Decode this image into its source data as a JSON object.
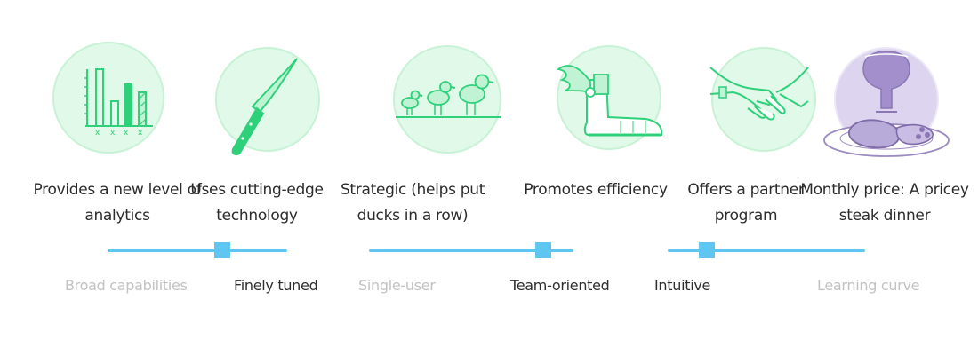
{
  "colors": {
    "green": "#2fd07a",
    "green_bg": "#d8f8e4",
    "purple": "#9c8ac2",
    "purple_bg": "#ddd5ef",
    "slider": "#5fc6f2"
  },
  "features": [
    {
      "icon": "bar-chart-icon",
      "label": "Provides a new level of analytics"
    },
    {
      "icon": "knife-icon",
      "label": "Uses cutting-edge technology"
    },
    {
      "icon": "ducks-icon",
      "label": "Strategic (helps put ducks in a row)"
    },
    {
      "icon": "winged-boot-icon",
      "label": "Promotes efficiency"
    },
    {
      "icon": "handshake-icon",
      "label": "Offers a partner program"
    },
    {
      "icon": "steak-dinner-icon",
      "label": "Monthly price: A pricey steak dinner"
    }
  ],
  "sliders": [
    {
      "left": "Broad capabilities",
      "right": "Finely tuned",
      "value": 0.64,
      "emphasis": "right"
    },
    {
      "left": "Single-user",
      "right": "Team-oriented",
      "value": 0.85,
      "emphasis": "right"
    },
    {
      "left": "Intuitive",
      "right": "Learning curve",
      "value": 0.2,
      "emphasis": "left"
    }
  ]
}
